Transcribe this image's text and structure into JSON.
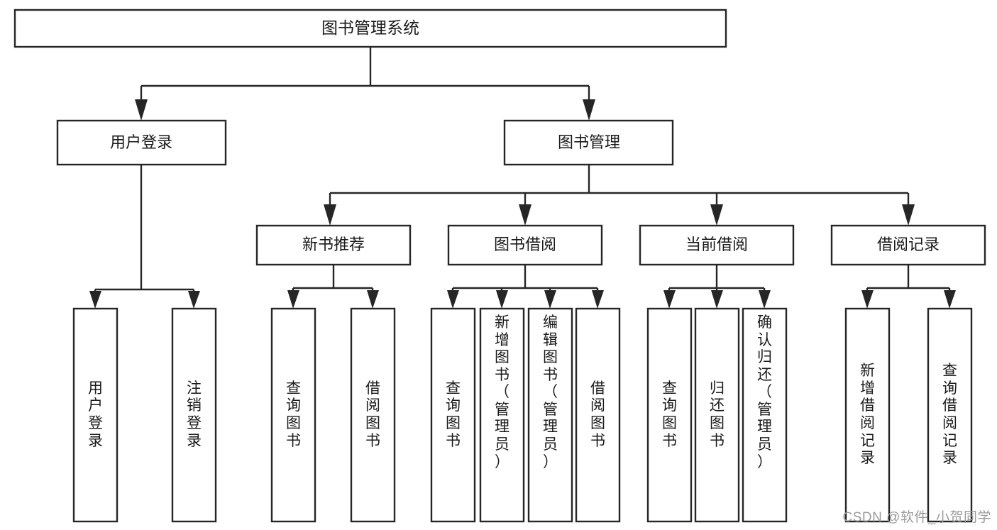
{
  "diagram": {
    "title_node": {
      "label": "图书管理系统"
    },
    "level2": [
      {
        "id": "user-login",
        "label": "用户登录"
      },
      {
        "id": "book-management",
        "label": "图书管理"
      }
    ],
    "level3": [
      {
        "id": "new-book-recommend",
        "label": "新书推荐"
      },
      {
        "id": "book-borrow",
        "label": "图书借阅"
      },
      {
        "id": "current-borrow",
        "label": "当前借阅"
      },
      {
        "id": "borrow-record",
        "label": "借阅记录"
      }
    ],
    "leaves": [
      {
        "id": "leaf-user-login",
        "label": "用户登录",
        "parent": "user-login"
      },
      {
        "id": "leaf-logout-login",
        "label": "注销登录",
        "parent": "user-login"
      },
      {
        "id": "leaf-query-book-1",
        "label": "查询图书",
        "parent": "new-book-recommend"
      },
      {
        "id": "leaf-borrow-book-1",
        "label": "借阅图书",
        "parent": "new-book-recommend"
      },
      {
        "id": "leaf-query-book-2",
        "label": "查询图书",
        "parent": "book-borrow"
      },
      {
        "id": "leaf-add-book",
        "label": "新增图书（管理员）",
        "parent": "book-borrow"
      },
      {
        "id": "leaf-edit-book",
        "label": "编辑图书（管理员）",
        "parent": "book-borrow"
      },
      {
        "id": "leaf-borrow-book-2",
        "label": "借阅图书",
        "parent": "book-borrow"
      },
      {
        "id": "leaf-query-book-3",
        "label": "查询图书",
        "parent": "current-borrow"
      },
      {
        "id": "leaf-return-book",
        "label": "归还图书",
        "parent": "current-borrow"
      },
      {
        "id": "leaf-confirm-return",
        "label": "确认归还（管理员）",
        "parent": "current-borrow"
      },
      {
        "id": "leaf-add-record",
        "label": "新增借阅记录",
        "parent": "borrow-record"
      },
      {
        "id": "leaf-query-record",
        "label": "查询借阅记录",
        "parent": "borrow-record"
      }
    ],
    "watermark": "CSDN @软件_小贺同学",
    "colors": {
      "stroke": "#262626",
      "fill": "#ffffff",
      "text": "#1a1a1a",
      "watermark": "#9a9a9a"
    }
  }
}
